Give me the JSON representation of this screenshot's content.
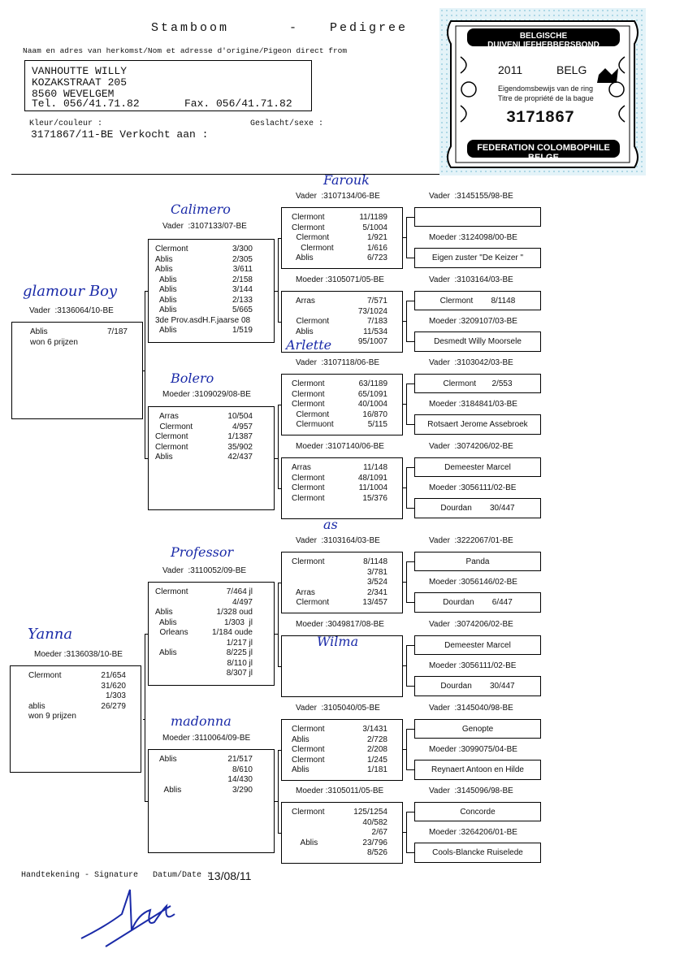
{
  "header": {
    "title_left": "Stamboom",
    "title_dash": "-",
    "title_right": "Pedigree",
    "origin_label": "Naam en adres van herkomst/Nom et adresse d'origine/Pigeon direct from",
    "owner_name": "VANHOUTTE WILLY",
    "owner_street": "KOZAKSTRAAT 205",
    "owner_city": "8560 WEVELGEM",
    "owner_tel": "Tel. 056/41.71.82",
    "owner_fax": "Fax. 056/41.71.82",
    "color_label": "Kleur/couleur :",
    "sex_label": "Geslacht/sexe :",
    "pigeon_line": "3171867/11-BE Verkocht aan :"
  },
  "stamp": {
    "top_text": "BELGISCHE DUIVENLIEFHEBBERSBOND",
    "year": "2011",
    "country": "BELG",
    "line1": "Eigendomsbewijs van de ring",
    "line2": "Titre de propriété de la bague",
    "ring": "3171867",
    "bottom_text": "FEDERATION COLOMBOPHILE BELGE"
  },
  "gen1": {
    "father": {
      "handname": "glamour Boy",
      "label": "Vader  :3136064/10-BE",
      "rows": [
        [
          "Ablis",
          "7/187"
        ],
        [
          "won 6 prijzen",
          ""
        ]
      ]
    },
    "mother": {
      "handname": "Yanna",
      "label": "Moeder :3136038/10-BE",
      "rows": [
        [
          "Clermont",
          "21/654"
        ],
        [
          "",
          "31/620"
        ],
        [
          "",
          "1/303"
        ],
        [
          "ablis",
          "26/279"
        ],
        [
          "won 9 prijzen",
          ""
        ]
      ]
    }
  },
  "gen2": [
    {
      "handname": "Calimero",
      "label": "Vader  :3107133/07-BE",
      "rows": [
        [
          "Clermont",
          "3/300"
        ],
        [
          "Ablis",
          "2/305"
        ],
        [
          "Ablis",
          "3/611"
        ],
        [
          "  Ablis",
          "2/158"
        ],
        [
          "  Ablis",
          "3/144"
        ],
        [
          "  Ablis",
          "2/133"
        ],
        [
          "  Ablis",
          "5/665"
        ],
        [
          "3de Prov.asdH.F.jaarse 08",
          ""
        ],
        [
          "  Ablis",
          "1/519"
        ]
      ]
    },
    {
      "handname": "Bolero",
      "label": "Moeder :3109029/08-BE",
      "rows": [
        [
          "  Arras",
          "10/504"
        ],
        [
          "  Clermont",
          "4/957"
        ],
        [
          "Clermont",
          "1/1387"
        ],
        [
          "Clermont",
          "35/902"
        ],
        [
          "Ablis",
          "42/437"
        ]
      ]
    },
    {
      "handname": "Professor",
      "label": "Vader  :3110052/09-BE",
      "rows": [
        [
          "Clermont",
          "7/464 jl"
        ],
        [
          "",
          "4/497"
        ],
        [
          "Ablis",
          "1/328 oud"
        ],
        [
          "  Ablis",
          "1/303  jl"
        ],
        [
          "  Orleans",
          "1/184 oude"
        ],
        [
          "",
          "1/217 jl"
        ],
        [
          "  Ablis",
          "8/225 jl"
        ],
        [
          "",
          "8/110 jl"
        ],
        [
          "",
          "8/307 jl"
        ]
      ]
    },
    {
      "handname": "madonna",
      "label": "Moeder :3110064/09-BE",
      "rows": [
        [
          "  Ablis",
          "21/517"
        ],
        [
          "",
          "8/610"
        ],
        [
          "",
          "14/430"
        ],
        [
          "    Ablis",
          "3/290"
        ]
      ]
    }
  ],
  "gen3": [
    {
      "handname": "Farouk",
      "label": "Vader  :3107134/06-BE",
      "rows": [
        [
          "Clermont",
          "11/1189"
        ],
        [
          "Clermont",
          "5/1004"
        ],
        [
          "  Clermont",
          "1/921"
        ],
        [
          "    Clermont",
          "1/616"
        ],
        [
          "  Ablis",
          "6/723"
        ]
      ]
    },
    {
      "handname": "",
      "label": "Moeder :3105071/05-BE",
      "rows": [
        [
          "  Arras",
          "7/571"
        ],
        [
          "",
          "73/1024"
        ],
        [
          "  Clermont",
          "7/183"
        ],
        [
          "  Ablis",
          "11/534"
        ],
        [
          "",
          "95/1007"
        ]
      ]
    },
    {
      "handname": "Arlette",
      "label": "Vader  :3107118/06-BE",
      "rows": [
        [
          "Clermont",
          "63/1189"
        ],
        [
          "Clermont",
          "65/1091"
        ],
        [
          "Clermont",
          "40/1004"
        ],
        [
          "  Clermont",
          "16/870"
        ],
        [
          "  Clermuont",
          "5/115"
        ]
      ]
    },
    {
      "handname": "",
      "label": "Moeder :3107140/06-BE",
      "rows": [
        [
          "Arras",
          "11/148"
        ],
        [
          "Clermont",
          "48/1091"
        ],
        [
          "Clermont",
          "11/1004"
        ],
        [
          "Clermont",
          "15/376"
        ]
      ]
    },
    {
      "handname": "as",
      "label": "Vader  :3103164/03-BE",
      "rows": [
        [
          "Clermont",
          "8/1148"
        ],
        [
          "",
          "3/781"
        ],
        [
          "",
          "3/524"
        ],
        [
          "  Arras",
          "2/341"
        ],
        [
          "  Clermont",
          "13/457"
        ]
      ]
    },
    {
      "handname": "Wilma",
      "label": "Moeder :3049817/08-BE",
      "rows": []
    },
    {
      "handname": "",
      "label": "Vader  :3105040/05-BE",
      "rows": [
        [
          "Clermont",
          "3/1431"
        ],
        [
          "Ablis",
          "2/728"
        ],
        [
          "Clermont",
          "2/208"
        ],
        [
          "Clermont",
          "1/245"
        ],
        [
          "Ablis",
          "1/181"
        ]
      ]
    },
    {
      "handname": "",
      "label": "Moeder :3105011/05-BE",
      "rows": [
        [
          "Clermont",
          "125/1254"
        ],
        [
          "",
          "40/582"
        ],
        [
          "",
          "2/67"
        ],
        [
          "    Ablis",
          "23/796"
        ],
        [
          "",
          "8/526"
        ]
      ]
    }
  ],
  "gen4": [
    {
      "vader": "Vader  :3145155/98-BE",
      "top": "",
      "moeder": "Moeder :3124098/00-BE",
      "bottom": "Eigen zuster \"De Keizer \""
    },
    {
      "vader": "Vader  :3103164/03-BE",
      "top": "Clermont        8/1148",
      "moeder": "Moeder :3209107/03-BE",
      "bottom": "Desmedt Willy Moorsele"
    },
    {
      "vader": "Vader  :3103042/03-BE",
      "top": "Clermont       2/553",
      "moeder": "Moeder :3184841/03-BE",
      "bottom": "Rotsaert Jerome Assebroek"
    },
    {
      "vader": "Vader  :3074206/02-BE",
      "top": "Demeester Marcel",
      "moeder": "Moeder :3056111/02-BE",
      "bottom": "Dourdan        30/447"
    },
    {
      "vader": "Vader  :3222067/01-BE",
      "top": "Panda",
      "moeder": "Moeder :3056146/02-BE",
      "bottom": "Dourdan        6/447"
    },
    {
      "vader": "Vader  :3074206/02-BE",
      "top": "Demeester Marcel",
      "moeder": "Moeder :3056111/02-BE",
      "bottom": "Dourdan        30/447"
    },
    {
      "vader": "Vader  :3145040/98-BE",
      "top": "Genopte",
      "moeder": "Moeder :3099075/04-BE",
      "bottom": "Reynaert Antoon en Hilde"
    },
    {
      "vader": "Vader  :3145096/98-BE",
      "top": "Concorde",
      "moeder": "Moeder :3264206/01-BE",
      "bottom": "Cools-Blancke Ruiselede"
    }
  ],
  "footer": {
    "signature_label": "Handtekening - Signature",
    "date_label": "Datum/Date :",
    "date_value": "13/08/11"
  }
}
